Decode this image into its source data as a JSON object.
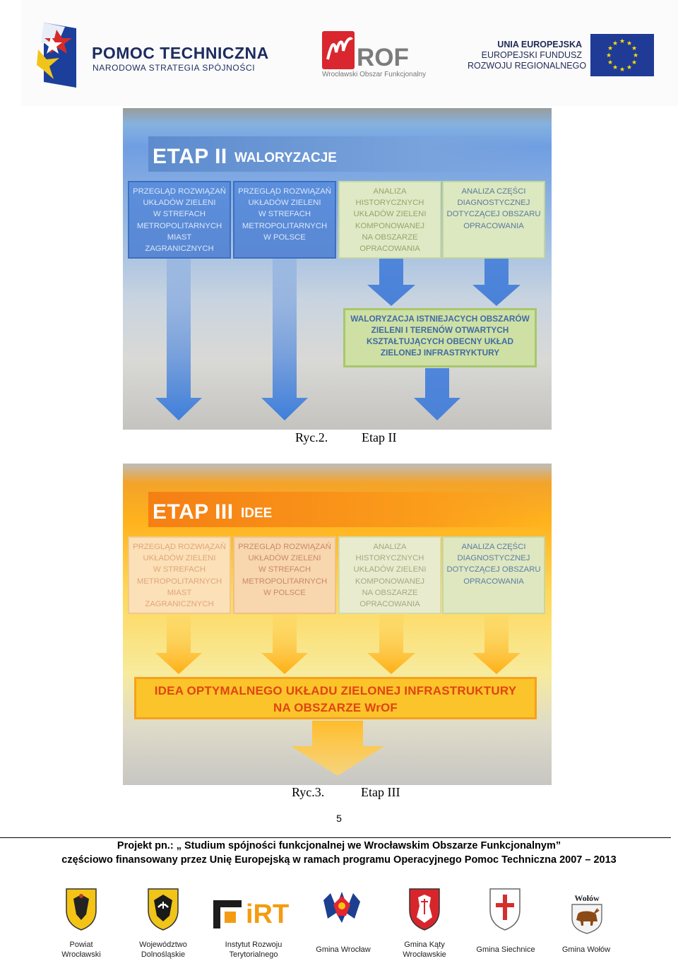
{
  "header": {
    "pt_title": "POMOC TECHNICZNA",
    "pt_subtitle": "NARODOWA STRATEGIA SPÓJNOŚCI",
    "rof_name": "ROF",
    "rof_subtitle": "Wrocławski Obszar Funkcjonalny",
    "ue_line1": "UNIA EUROPEJSKA",
    "ue_line2": "EUROPEJSKI FUNDUSZ",
    "ue_line3": "ROZWOJU REGIONALNEGO"
  },
  "figure2": {
    "etap": "ETAP II",
    "phase": "WALORYZACJE",
    "boxes": [
      "PRZEGLĄD ROZWIĄZAŃ\nUKŁADÓW ZIELENI\nW STREFACH\nMETROPOLITARNYCH\nMIAST\nZAGRANICZNYCH",
      "PRZEGLĄD ROZWIĄZAŃ\nUKŁADÓW ZIELENI\nW STREFACH\nMETROPOLITARNYCH\nW POLSCE",
      "ANALIZA\nHISTORYCZNYCH\nUKŁADÓW ZIELENI\nKOMPONOWANEJ\nNA OBSZARZE\nOPRACOWANIA",
      "ANALIZA CZĘŚCI\nDIAGNOSTYCZNEJ\nDOTYCZĄCEJ OBSZARU\nOPRACOWANIA"
    ],
    "result": "WALORYZACJA ISTNIEJACYCH OBSZARÓW\nZIELENI I TERENÓW OTWARTYCH\nKSZTAŁTUJĄCYCH OBECNY UKŁAD\nZIELONEJ INFRASTRYKTURY",
    "caption_num": "Ryc.2.",
    "caption_text": "Etap II"
  },
  "figure3": {
    "etap": "ETAP III",
    "phase": "IDEE",
    "boxes": [
      "PRZEGLĄD ROZWIĄZAŃ\nUKŁADÓW ZIELENI\nW STREFACH\nMETROPOLITARNYCH\nMIAST\nZAGRANICZNYCH",
      "PRZEGLĄD ROZWIĄZAŃ\nUKŁADÓW ZIELENI\nW STREFACH\nMETROPOLITARNYCH\nW POLSCE",
      "ANALIZA\nHISTORYCZNYCH\nUKŁADÓW ZIELENI\nKOMPONOWANEJ\nNA OBSZARZE\nOPRACOWANIA",
      "ANALIZA CZĘŚCI\nDIAGNOSTYCZNEJ\nDOTYCZĄCEJ OBSZARU\nOPRACOWANIA"
    ],
    "result": "IDEA OPTYMALNEGO UKŁADU ZIELONEJ INFRASTRUKTURY\nNA OBSZARZE  WrOF",
    "caption_num": "Ryc.3.",
    "caption_text": "Etap III"
  },
  "page_number": "5",
  "footer": {
    "line1": "Projekt pn.: „ Studium spójności funkcjonalnej we Wrocławskim Obszarze Funkcjonalnym”",
    "line2": "częściowo finansowany przez Unię Europejską w ramach programu Operacyjnego Pomoc Techniczna 2007 – 2013"
  },
  "sponsors": [
    {
      "label": "Powiat\nWrocławski"
    },
    {
      "label": "Województwo\nDolnośląskie"
    },
    {
      "label": "Instytut Rozwoju\nTerytorialnego"
    },
    {
      "label": "Gmina Wrocław"
    },
    {
      "label": "Gmina Kąty\nWrocławskie"
    },
    {
      "label": "Gmina Siechnice"
    },
    {
      "label": "Gmina Wołów"
    }
  ],
  "sponsor_logo_text": {
    "irt": "iRT",
    "wolow": "Wołów"
  },
  "colors": {
    "blue_arrow": "#4f86dc",
    "orange_arrow": "#ffb118",
    "orange_title": "#f57f14",
    "red_text": "#e04413"
  }
}
